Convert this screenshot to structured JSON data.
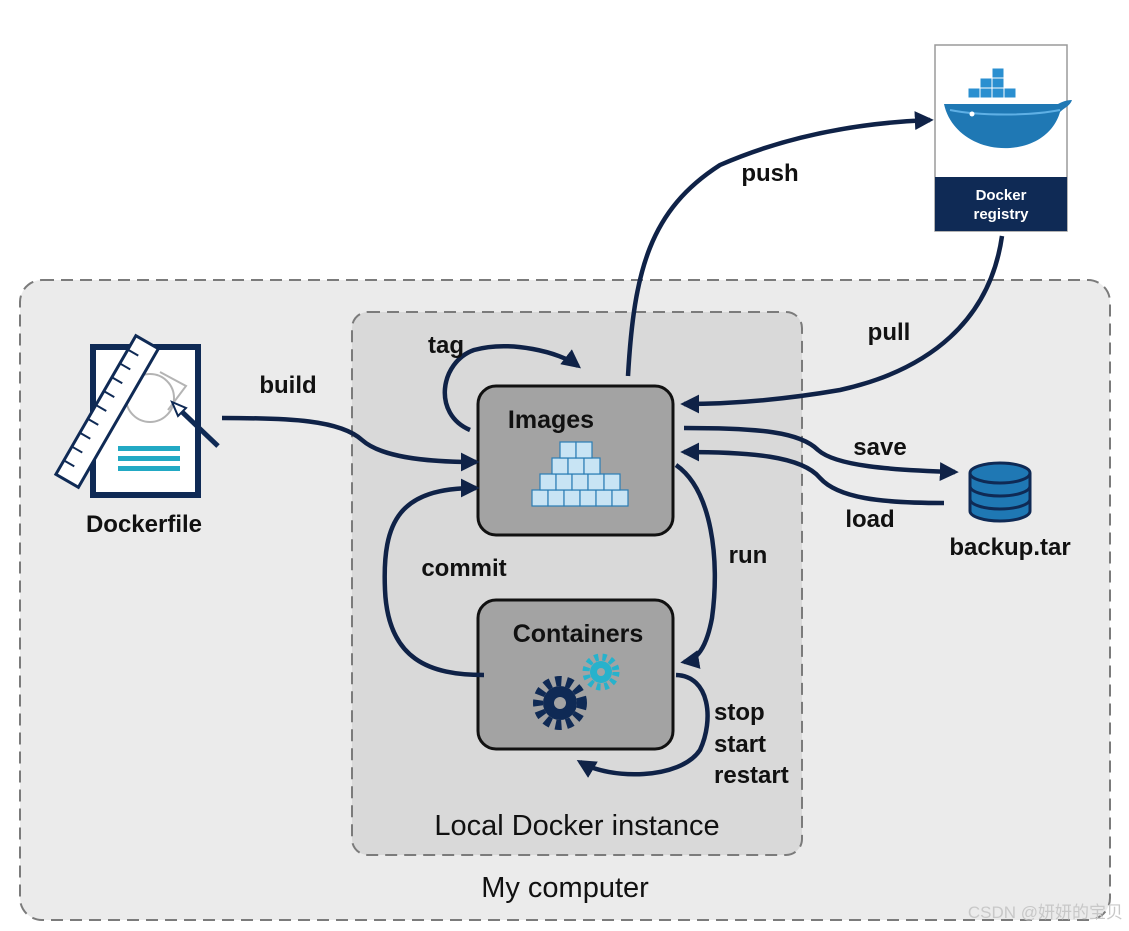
{
  "registry": {
    "title_line1": "Docker",
    "title_line2": "registry"
  },
  "dockerfile": {
    "label": "Dockerfile"
  },
  "backup": {
    "label": "backup.tar"
  },
  "images": {
    "label": "Images"
  },
  "containers": {
    "label": "Containers"
  },
  "local_instance": {
    "label": "Local Docker instance"
  },
  "my_computer": {
    "label": "My computer"
  },
  "edges": {
    "push": "push",
    "pull": "pull",
    "build": "build",
    "tag": "tag",
    "save": "save",
    "load": "load",
    "commit": "commit",
    "run": "run",
    "stop": "stop",
    "start": "start",
    "restart": "restart"
  },
  "watermark": "CSDN @妍妍的宝贝",
  "colors": {
    "arrow": "#0f2247",
    "registry_band": "#0f2a55",
    "whale": "#1f78b4",
    "box_fill": "#a3a3a3",
    "outer_fill": "#ebebeb",
    "inner_fill": "#d9d9d9"
  }
}
